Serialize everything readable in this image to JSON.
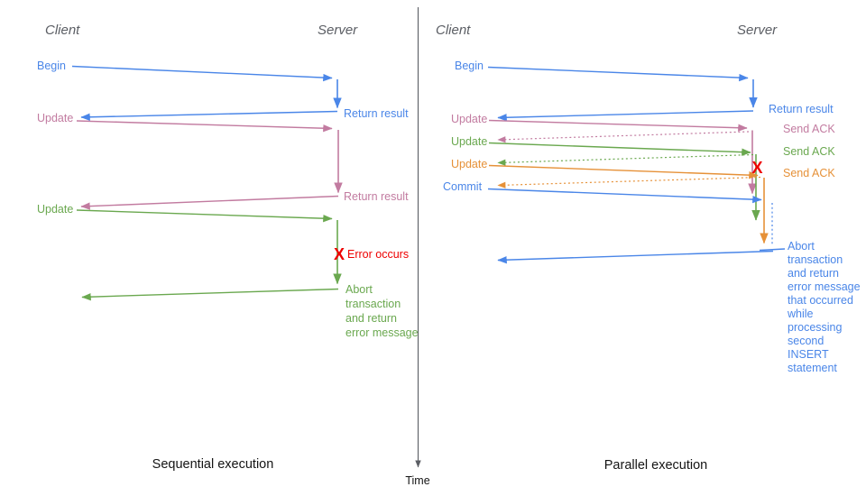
{
  "colors": {
    "blue": "#4a86e8",
    "pink": "#c27ba0",
    "green": "#6aa84f",
    "orange": "#e69138",
    "red": "#ee0000",
    "header_gray": "#5b5e64",
    "caption_black": "#141414"
  },
  "time_axis": {
    "label": "Time"
  },
  "left": {
    "title": "Sequential execution",
    "client": "Client",
    "server": "Server",
    "begin": "Begin",
    "return_result_1": "Return result",
    "update_1": "Update",
    "return_result_2": "Return result",
    "update_2": "Update",
    "error_mark": "X",
    "error_label": "Error occurs",
    "abort": [
      "Abort",
      "transaction",
      "and return",
      "error message"
    ]
  },
  "right": {
    "title": "Parallel execution",
    "client": "Client",
    "server": "Server",
    "begin": "Begin",
    "return_result": "Return result",
    "update_1": "Update",
    "send_ack_1": "Send ACK",
    "update_2": "Update",
    "send_ack_2": "Send ACK",
    "update_3": "Update",
    "send_ack_3": "Send ACK",
    "commit": "Commit",
    "error_mark": "X",
    "abort": [
      "Abort",
      "transaction",
      "and return",
      "error message",
      "that occurred",
      "while",
      "processing",
      "second",
      "INSERT",
      "statement"
    ]
  }
}
